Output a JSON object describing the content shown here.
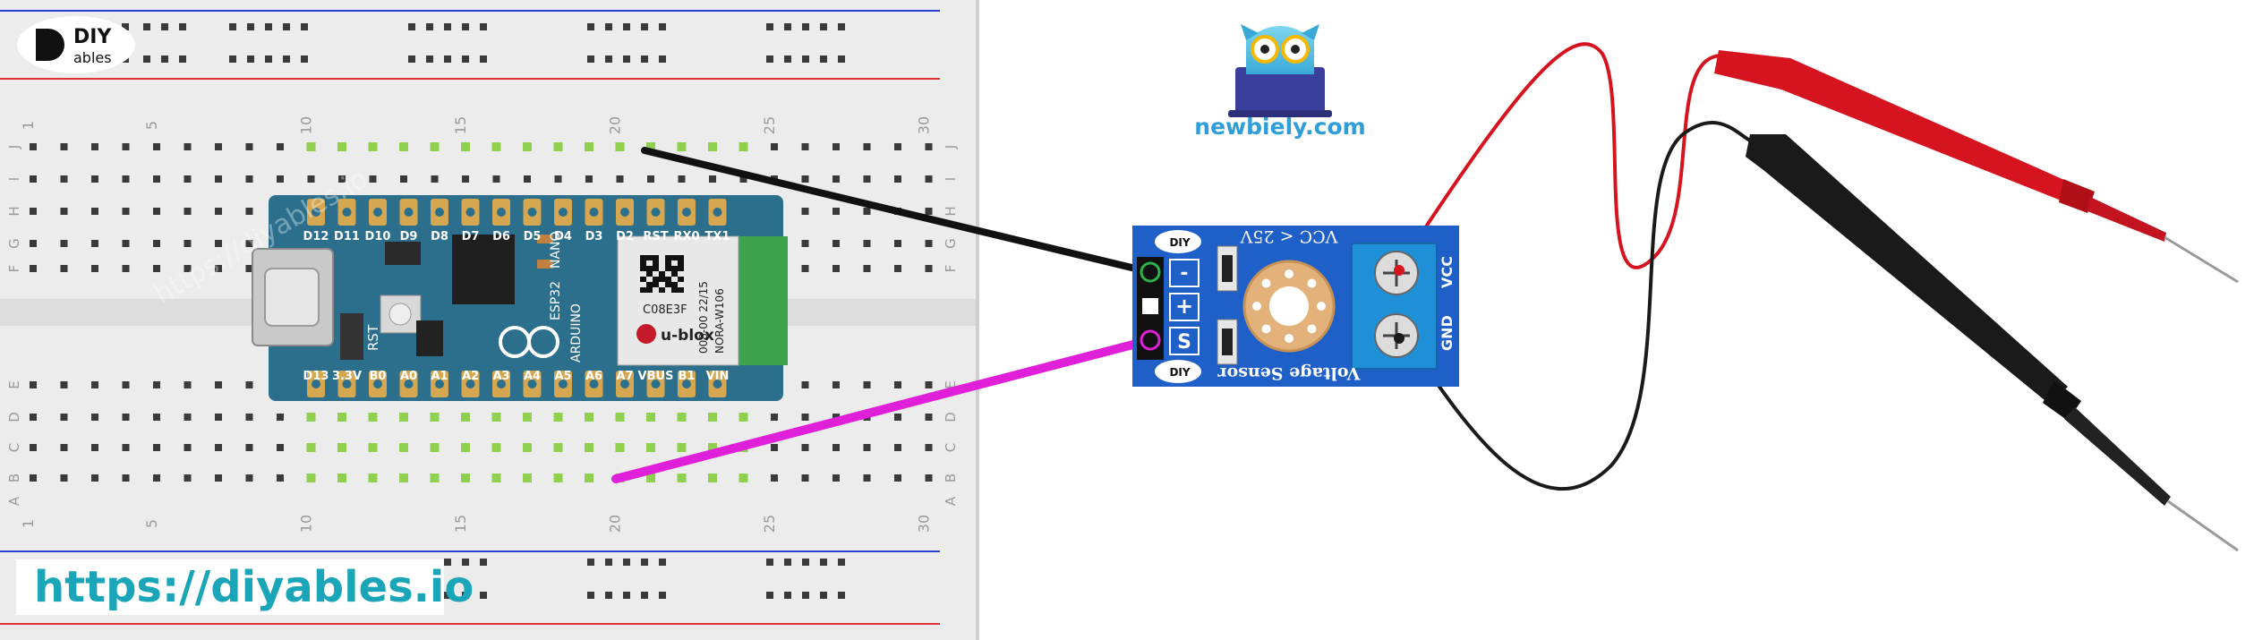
{
  "brand": {
    "logo_top": "DIY",
    "logo_bottom": "ables",
    "url_text": "https://diyables.io",
    "owl_site": "newbiely.com",
    "watermark": "https://diyables.io"
  },
  "breadboard": {
    "column_numbers": [
      "1",
      "5",
      "10",
      "15",
      "20",
      "25",
      "30"
    ],
    "row_letters_top": [
      "J",
      "I",
      "H",
      "G",
      "F"
    ],
    "row_letters_bottom": [
      "E",
      "D",
      "C",
      "B",
      "A"
    ]
  },
  "board": {
    "top_pins": [
      "D12",
      "D11",
      "D10",
      "D9",
      "D8",
      "D7",
      "D6",
      "D5",
      "D4",
      "D3",
      "D2",
      "RST",
      "RX0",
      "TX1"
    ],
    "bottom_pins": [
      "D13",
      "3.3V",
      "B0",
      "A0",
      "A1",
      "A2",
      "A3",
      "A4",
      "A5",
      "A6",
      "A7",
      "VBUS",
      "B1",
      "VIN"
    ],
    "rst_label": "RST",
    "vertical_labels": [
      "NANO",
      "ESP32",
      "ARDUINO"
    ],
    "module_code": "C08E3F",
    "module_line1": "008-00 22/15",
    "module_line2": "NORA-W106",
    "module_brand": "u-blox"
  },
  "sensor": {
    "title_top": "VCC < 25V",
    "title_bottom": "Voltage Sensor",
    "pin_minus": "-",
    "pin_plus": "+",
    "pin_signal": "S",
    "terminal_vcc": "VCC",
    "terminal_gnd": "GND",
    "logo_text": "DIY"
  },
  "colors": {
    "board_teal": "#2c6f8c",
    "sensor_blue": "#1f5fc8",
    "wire_black": "#111111",
    "wire_magenta": "#e020d8",
    "probe_red": "#d5141f",
    "probe_black": "#1a1a1a",
    "url_color": "#1aa6b8",
    "rail_red": "#e03030",
    "rail_blue": "#2a3fd0"
  }
}
